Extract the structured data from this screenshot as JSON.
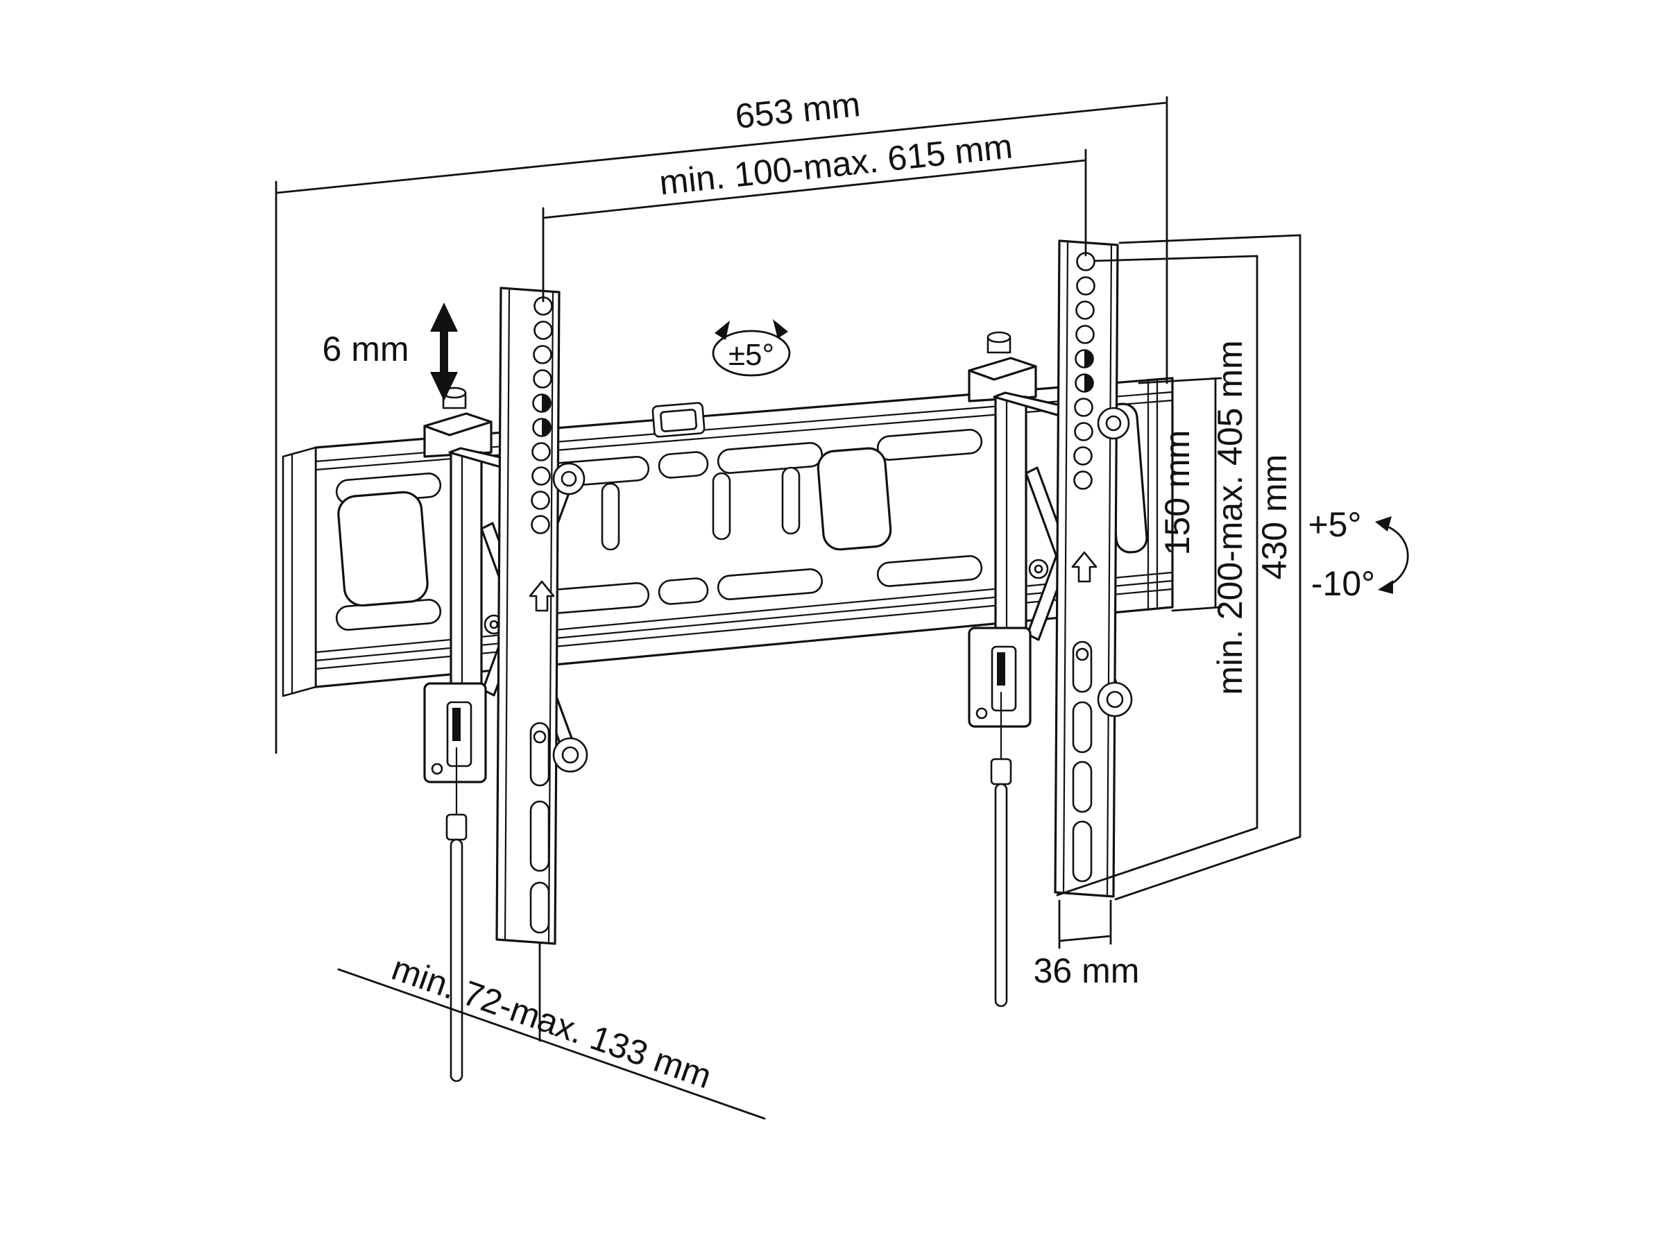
{
  "drawing": {
    "kind": "technical line drawing",
    "subject": "tilting TV wall mount with dimension annotations",
    "background_color": "#ffffff",
    "line_color": "#111111"
  },
  "dimensions": {
    "total_width": "653 mm",
    "vesa_width_range": "min. 100-max. 615 mm",
    "height_adjustment": "6 mm",
    "level_adjustment": "±5°",
    "wall_rail_height": "150 mm",
    "vesa_height_range": "min. 200-max. 405 mm",
    "bracket_height": "430 mm",
    "tilt_up": "+5°",
    "tilt_down": "-10°",
    "bracket_bottom_depth": "36 mm",
    "wall_to_bracket_distance": "min. 72-max. 133 mm"
  },
  "icons": {
    "bracket_up_arrow": "up-arrow",
    "height_adjust_arrow": "vertical-double-arrow",
    "level_rotation_arrows": "curved-rotation-arrows",
    "tilt_rotation_arrow": "curved-tilt-arrow"
  }
}
